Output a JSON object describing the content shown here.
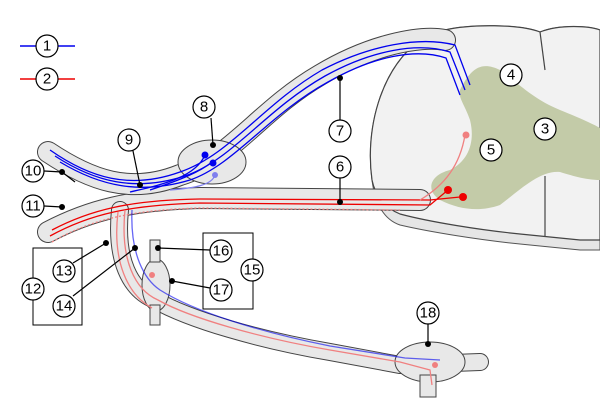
{
  "colors": {
    "motor": "#0000ee",
    "sensory": "#ee0000",
    "sensory_light": "#f08080",
    "motor_light": "#8080ee",
    "grey_matter": "#c3cba8",
    "white_matter": "#f0f0f0",
    "outline": "#333333"
  },
  "legend": [
    {
      "label": "1",
      "color": "#0000ee"
    },
    {
      "label": "2",
      "color": "#ee0000"
    }
  ],
  "labels": [
    "3",
    "4",
    "5",
    "6",
    "7",
    "8",
    "9",
    "10",
    "11",
    "12",
    "13",
    "14",
    "15",
    "16",
    "17",
    "18"
  ]
}
